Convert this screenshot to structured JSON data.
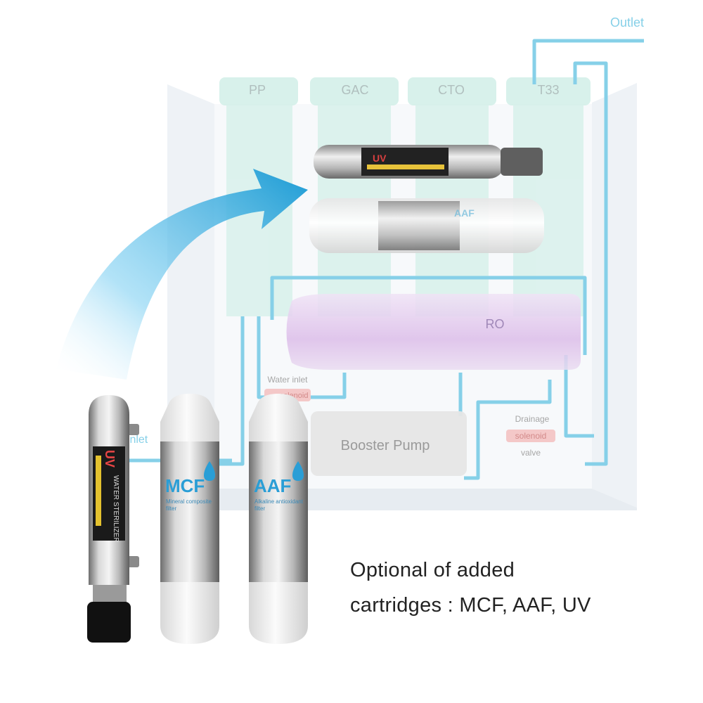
{
  "diagram": {
    "outlet_label": "Outlet",
    "inlet_label": "Inlet",
    "filters": [
      {
        "name": "PP"
      },
      {
        "name": "GAC"
      },
      {
        "name": "CTO"
      },
      {
        "name": "T33"
      }
    ],
    "ro_label": "RO",
    "booster_pump_label": "Booster Pump",
    "water_inlet_label": "Water inlet",
    "water_inlet_solenoid_label": "solenoid",
    "drainage_label": "Drainage",
    "drainage_solenoid_label": "solenoid",
    "drainage_valve_label": "valve"
  },
  "cartridges": {
    "uv": {
      "brand": "UV",
      "product_text": "WATER STERILIZER"
    },
    "mcf": {
      "brand": "MCF",
      "subtitle": "Mineral composite",
      "subtitle2": "filter"
    },
    "aaf": {
      "brand": "AAF",
      "subtitle": "Alkaline antioxidant",
      "subtitle2": "filter"
    },
    "horizontal_uv_brand": "UV",
    "horizontal_aaf_brand": "AAF"
  },
  "caption": {
    "line1": "Optional of added",
    "line2": "cartridges : MCF, AAF, UV"
  },
  "colors": {
    "pipe": "#7fcde6",
    "filter_tint": "#cdeee6",
    "ro_tint": "#e2c8ec",
    "arrow": "#1e9fd6",
    "solenoid": "#f2b8b8"
  }
}
